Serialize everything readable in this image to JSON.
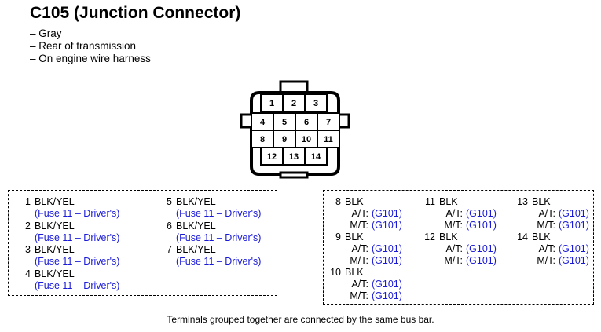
{
  "title": "C105 (Junction Connector)",
  "notes": [
    "– Gray",
    "– Rear of transmission",
    "– On engine wire harness"
  ],
  "pins": [
    "1",
    "2",
    "3",
    "4",
    "5",
    "6",
    "7",
    "8",
    "9",
    "10",
    "11",
    "12",
    "13",
    "14"
  ],
  "group1": [
    {
      "num": "1",
      "wire": "BLK/YEL",
      "circuit": "(Fuse 11 – Driver's)"
    },
    {
      "num": "2",
      "wire": "BLK/YEL",
      "circuit": "(Fuse 11 – Driver's)"
    },
    {
      "num": "3",
      "wire": "BLK/YEL",
      "circuit": "(Fuse 11 – Driver's)"
    },
    {
      "num": "4",
      "wire": "BLK/YEL",
      "circuit": "(Fuse 11 – Driver's)"
    },
    {
      "num": "5",
      "wire": "BLK/YEL",
      "circuit": "(Fuse 11 – Driver's)"
    },
    {
      "num": "6",
      "wire": "BLK/YEL",
      "circuit": "(Fuse 11 – Driver's)"
    },
    {
      "num": "7",
      "wire": "BLK/YEL",
      "circuit": "(Fuse 11 – Driver's)"
    }
  ],
  "group2": [
    {
      "num": "8",
      "wire": "BLK",
      "at_label": "A/T:",
      "at": "(G101)",
      "mt_label": "M/T:",
      "mt": "(G101)"
    },
    {
      "num": "9",
      "wire": "BLK",
      "at_label": "A/T:",
      "at": "(G101)",
      "mt_label": "M/T:",
      "mt": "(G101)"
    },
    {
      "num": "10",
      "wire": "BLK",
      "at_label": "A/T:",
      "at": "(G101)",
      "mt_label": "M/T:",
      "mt": "(G101)"
    },
    {
      "num": "11",
      "wire": "BLK",
      "at_label": "A/T:",
      "at": "(G101)",
      "mt_label": "M/T:",
      "mt": "(G101)"
    },
    {
      "num": "12",
      "wire": "BLK",
      "at_label": "A/T:",
      "at": "(G101)",
      "mt_label": "M/T:",
      "mt": "(G101)"
    },
    {
      "num": "13",
      "wire": "BLK",
      "at_label": "A/T:",
      "at": "(G101)",
      "mt_label": "M/T:",
      "mt": "(G101)"
    },
    {
      "num": "14",
      "wire": "BLK",
      "at_label": "A/T:",
      "at": "(G101)",
      "mt_label": "M/T:",
      "mt": "(G101)"
    }
  ],
  "footer": "Terminals grouped together are connected by the same bus bar."
}
